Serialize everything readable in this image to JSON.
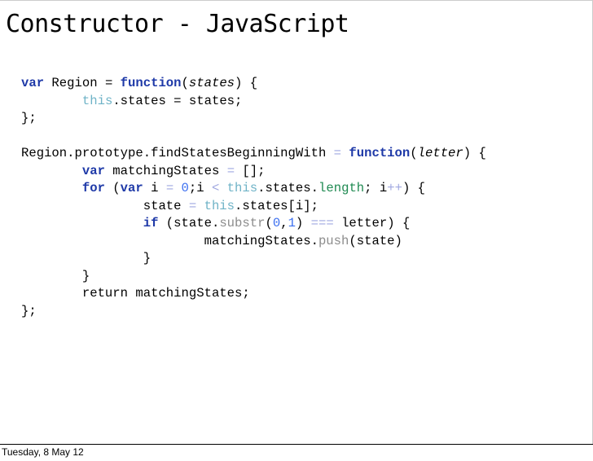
{
  "slide": {
    "title": "Constructor - JavaScript",
    "code_lines": [
      [
        {
          "t": "var",
          "c": "kw"
        },
        {
          "t": " Region = "
        },
        {
          "t": "function",
          "c": "kw"
        },
        {
          "t": "("
        },
        {
          "t": "states",
          "c": "it"
        },
        {
          "t": ") {"
        }
      ],
      [
        {
          "t": "        "
        },
        {
          "t": "this",
          "c": "th"
        },
        {
          "t": ".states = states;"
        }
      ],
      [
        {
          "t": "};"
        }
      ],
      [
        {
          "t": ""
        }
      ],
      [
        {
          "t": "Region.prototype.findStatesBeginningWith "
        },
        {
          "t": "=",
          "c": "op"
        },
        {
          "t": " "
        },
        {
          "t": "function",
          "c": "kw"
        },
        {
          "t": "("
        },
        {
          "t": "letter",
          "c": "it"
        },
        {
          "t": ") {"
        }
      ],
      [
        {
          "t": "        "
        },
        {
          "t": "var",
          "c": "kw"
        },
        {
          "t": " matchingStates "
        },
        {
          "t": "=",
          "c": "op"
        },
        {
          "t": " [];"
        }
      ],
      [
        {
          "t": "        "
        },
        {
          "t": "for",
          "c": "kw"
        },
        {
          "t": " ("
        },
        {
          "t": "var",
          "c": "kw"
        },
        {
          "t": " i "
        },
        {
          "t": "=",
          "c": "op"
        },
        {
          "t": " "
        },
        {
          "t": "0",
          "c": "num"
        },
        {
          "t": ";i "
        },
        {
          "t": "<",
          "c": "op"
        },
        {
          "t": " "
        },
        {
          "t": "this",
          "c": "th"
        },
        {
          "t": ".states."
        },
        {
          "t": "length",
          "c": "grn"
        },
        {
          "t": "; i"
        },
        {
          "t": "++",
          "c": "op"
        },
        {
          "t": ") {"
        }
      ],
      [
        {
          "t": "                state "
        },
        {
          "t": "=",
          "c": "op"
        },
        {
          "t": " "
        },
        {
          "t": "this",
          "c": "th"
        },
        {
          "t": ".states[i];"
        }
      ],
      [
        {
          "t": "                "
        },
        {
          "t": "if",
          "c": "kw"
        },
        {
          "t": " (state."
        },
        {
          "t": "substr",
          "c": "gry"
        },
        {
          "t": "("
        },
        {
          "t": "0",
          "c": "num"
        },
        {
          "t": ","
        },
        {
          "t": "1",
          "c": "num"
        },
        {
          "t": ") "
        },
        {
          "t": "===",
          "c": "op"
        },
        {
          "t": " letter) {"
        }
      ],
      [
        {
          "t": "                        matchingStates."
        },
        {
          "t": "push",
          "c": "gry"
        },
        {
          "t": "(state)"
        }
      ],
      [
        {
          "t": "                }"
        }
      ],
      [
        {
          "t": "        }"
        }
      ],
      [
        {
          "t": "        return matchingStates;"
        }
      ],
      [
        {
          "t": "};"
        }
      ]
    ]
  },
  "footer": {
    "date": "Tuesday, 8 May 12"
  }
}
